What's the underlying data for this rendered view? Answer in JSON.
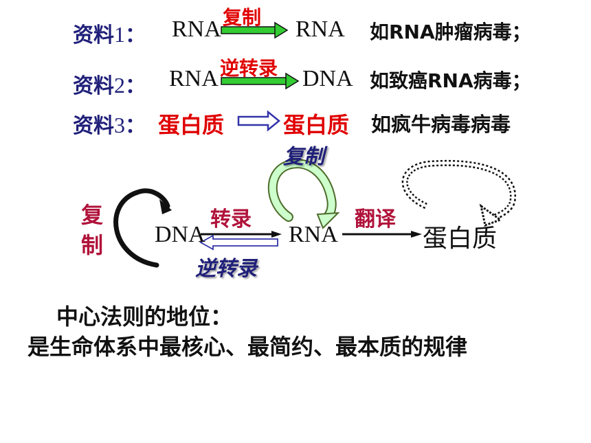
{
  "rows": [
    {
      "label": "资料",
      "num": "1",
      "colon": "：",
      "from": "RNA",
      "process": "复制",
      "to": "RNA",
      "example": "如RNA肿瘤病毒；"
    },
    {
      "label": "资料",
      "num": "2",
      "colon": "：",
      "from": "RNA",
      "process": "逆转录",
      "to": "DNA",
      "example": "如致癌RNA病毒；"
    },
    {
      "label": "资料",
      "num": "3",
      "colon": "：",
      "from": "蛋白质",
      "to": "蛋白质",
      "example": "如疯牛病毒病毒"
    }
  ],
  "diagram": {
    "dna_replication_label_1": "复",
    "dna_replication_label_2": "制",
    "dna": "DNA",
    "rna": "RNA",
    "protein": "蛋白质",
    "transcription": "转录",
    "reverse_transcription": "逆转录",
    "rna_replication": "复制",
    "translation": "翻译"
  },
  "conclusion": {
    "line1": "中心法则的地位：",
    "line2": "是生命体系中最核心、最简约、最本质的规律"
  },
  "colors": {
    "navy": "#1f1f7a",
    "red": "#e00000",
    "maroon": "#b0123a",
    "green_arrow": "#33cc33",
    "light_green": "#ccffcc",
    "arrow_blue": "#3333aa"
  }
}
